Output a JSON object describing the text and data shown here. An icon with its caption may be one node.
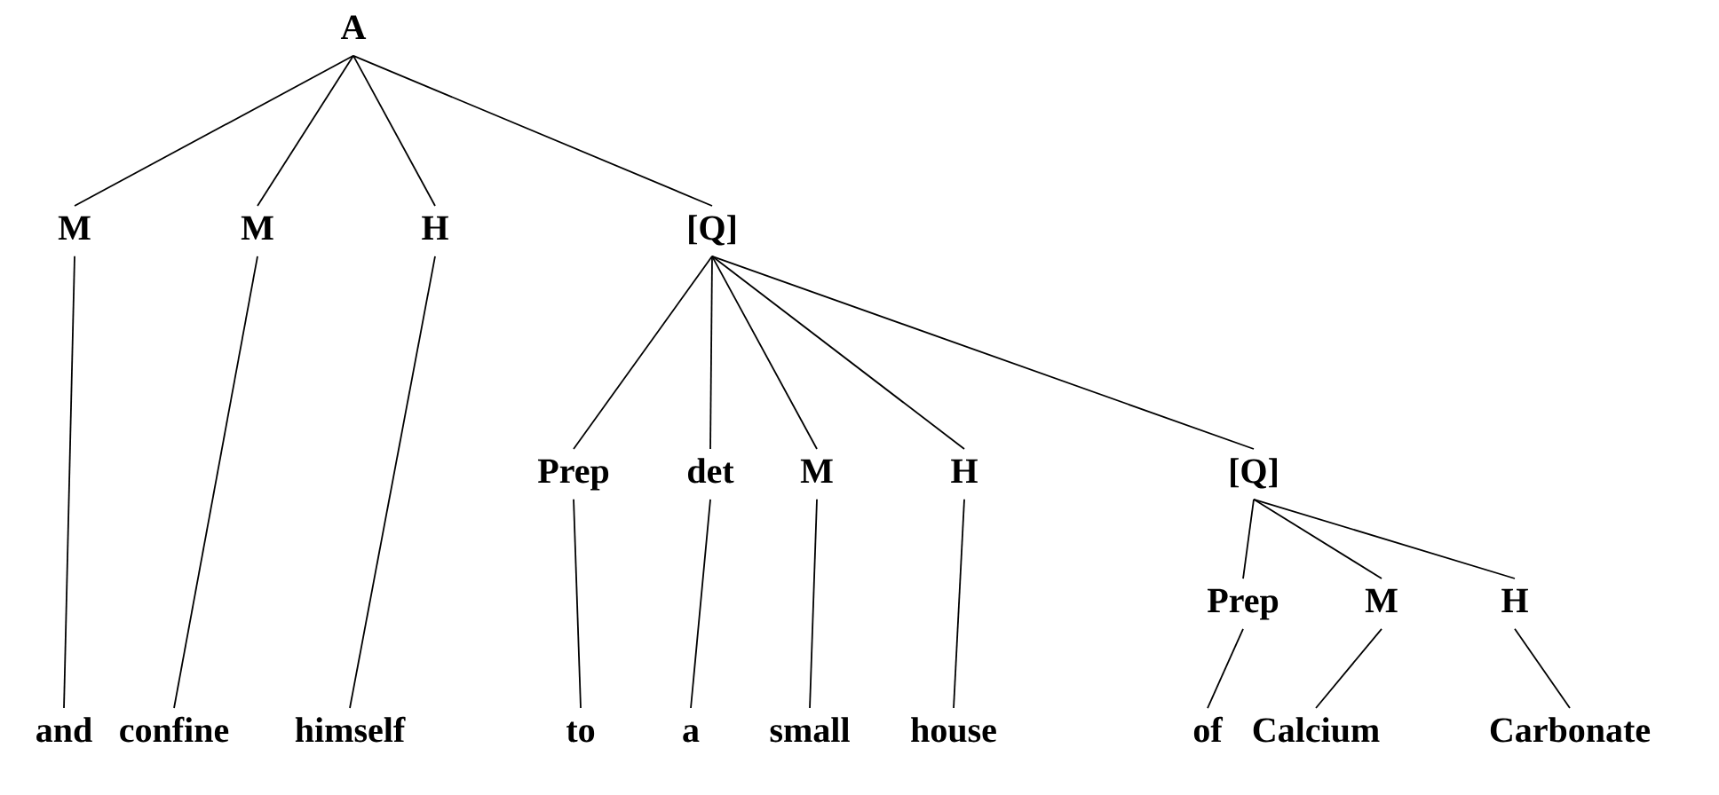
{
  "diagram": {
    "nodes": [
      {
        "text": [
          "A"
        ]
      },
      {
        "text": [
          "M"
        ]
      },
      {
        "text": [
          "M"
        ]
      },
      {
        "text": [
          "H"
        ]
      },
      {
        "text": [
          "[Q]"
        ]
      },
      {
        "text": [
          "Prep"
        ]
      },
      {
        "text": [
          "det"
        ]
      },
      {
        "text": [
          "M"
        ]
      },
      {
        "text": [
          "H"
        ]
      },
      {
        "text": [
          "[Q]"
        ]
      },
      {
        "text": [
          "Prep"
        ]
      },
      {
        "text": [
          "M"
        ]
      },
      {
        "text": [
          "H"
        ]
      },
      {
        "text": [
          "and"
        ]
      },
      {
        "text": [
          "confine"
        ]
      },
      {
        "text": [
          "himself"
        ]
      },
      {
        "text": [
          "to"
        ]
      },
      {
        "text": [
          "a"
        ]
      },
      {
        "text": [
          "small"
        ]
      },
      {
        "text": [
          "house"
        ]
      },
      {
        "text": [
          "of"
        ]
      },
      {
        "text": [
          "Calcium"
        ]
      },
      {
        "text": [
          "Carbonate"
        ]
      }
    ],
    "edges": [
      {
        "from": 0,
        "to": 1,
        "arrow": "none"
      },
      {
        "from": 0,
        "to": 2,
        "arrow": "none"
      },
      {
        "from": 0,
        "to": 3,
        "arrow": "none"
      },
      {
        "from": 0,
        "to": 4,
        "arrow": "none"
      },
      {
        "from": 4,
        "to": 5,
        "arrow": "none"
      },
      {
        "from": 4,
        "to": 6,
        "arrow": "none"
      },
      {
        "from": 4,
        "to": 7,
        "arrow": "none"
      },
      {
        "from": 4,
        "to": 8,
        "arrow": "none"
      },
      {
        "from": 4,
        "to": 9,
        "arrow": "none"
      },
      {
        "from": 9,
        "to": 10,
        "arrow": "none"
      },
      {
        "from": 9,
        "to": 11,
        "arrow": "none"
      },
      {
        "from": 9,
        "to": 12,
        "arrow": "none"
      },
      {
        "from": 1,
        "to": 13,
        "arrow": "none"
      },
      {
        "from": 2,
        "to": 14,
        "arrow": "none"
      },
      {
        "from": 3,
        "to": 15,
        "arrow": "none"
      },
      {
        "from": 5,
        "to": 16,
        "arrow": "none"
      },
      {
        "from": 6,
        "to": 17,
        "arrow": "none"
      },
      {
        "from": 7,
        "to": 18,
        "arrow": "none"
      },
      {
        "from": 8,
        "to": 19,
        "arrow": "none"
      },
      {
        "from": 10,
        "to": 20,
        "arrow": "none"
      },
      {
        "from": 11,
        "to": 21,
        "arrow": "none"
      },
      {
        "from": 12,
        "to": 22,
        "arrow": "none"
      }
    ]
  }
}
